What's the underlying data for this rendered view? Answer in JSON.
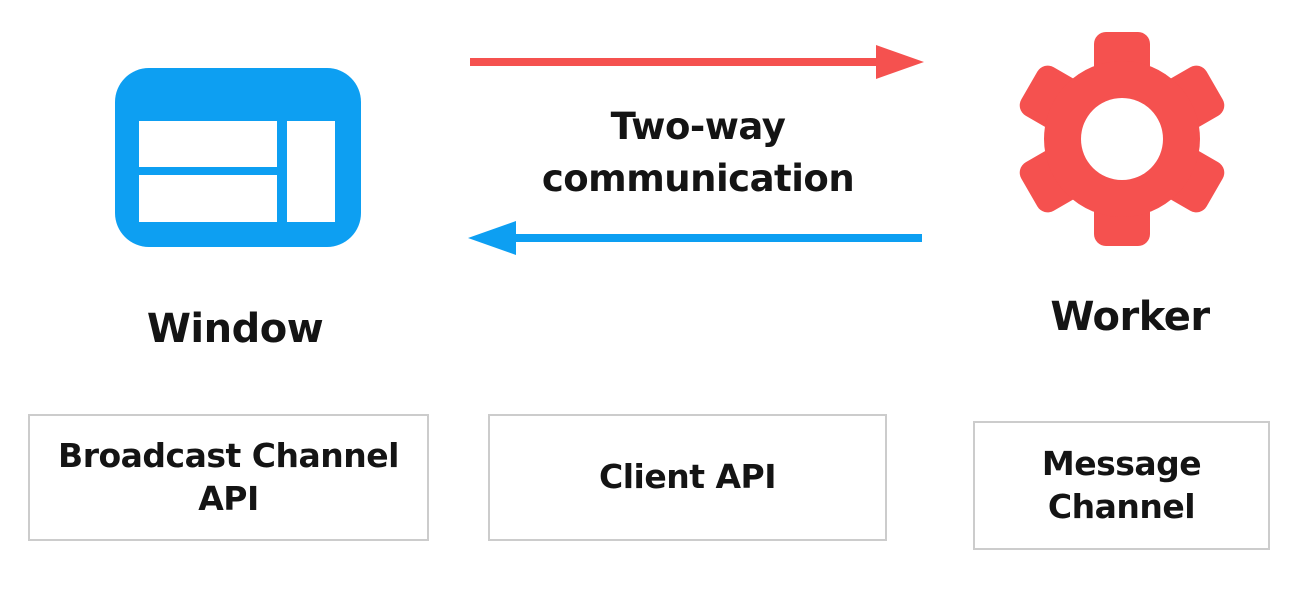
{
  "diagram": {
    "window": {
      "label": "Window",
      "icon": "browser-window-icon"
    },
    "worker": {
      "label": "Worker",
      "icon": "gear-icon"
    },
    "communication": {
      "line1": "Two-way",
      "line2": "communication",
      "forward_arrow_icon": "arrow-right-icon",
      "backward_arrow_icon": "arrow-left-icon"
    },
    "boxes": [
      {
        "label": "Broadcast Channel API"
      },
      {
        "label": "Client API"
      },
      {
        "label": "Message Channel"
      }
    ],
    "colors": {
      "blue": "#0d9ff2",
      "red": "#f5514f",
      "text": "#141414",
      "box_border": "#cccccc",
      "background": "#ffffff"
    }
  }
}
